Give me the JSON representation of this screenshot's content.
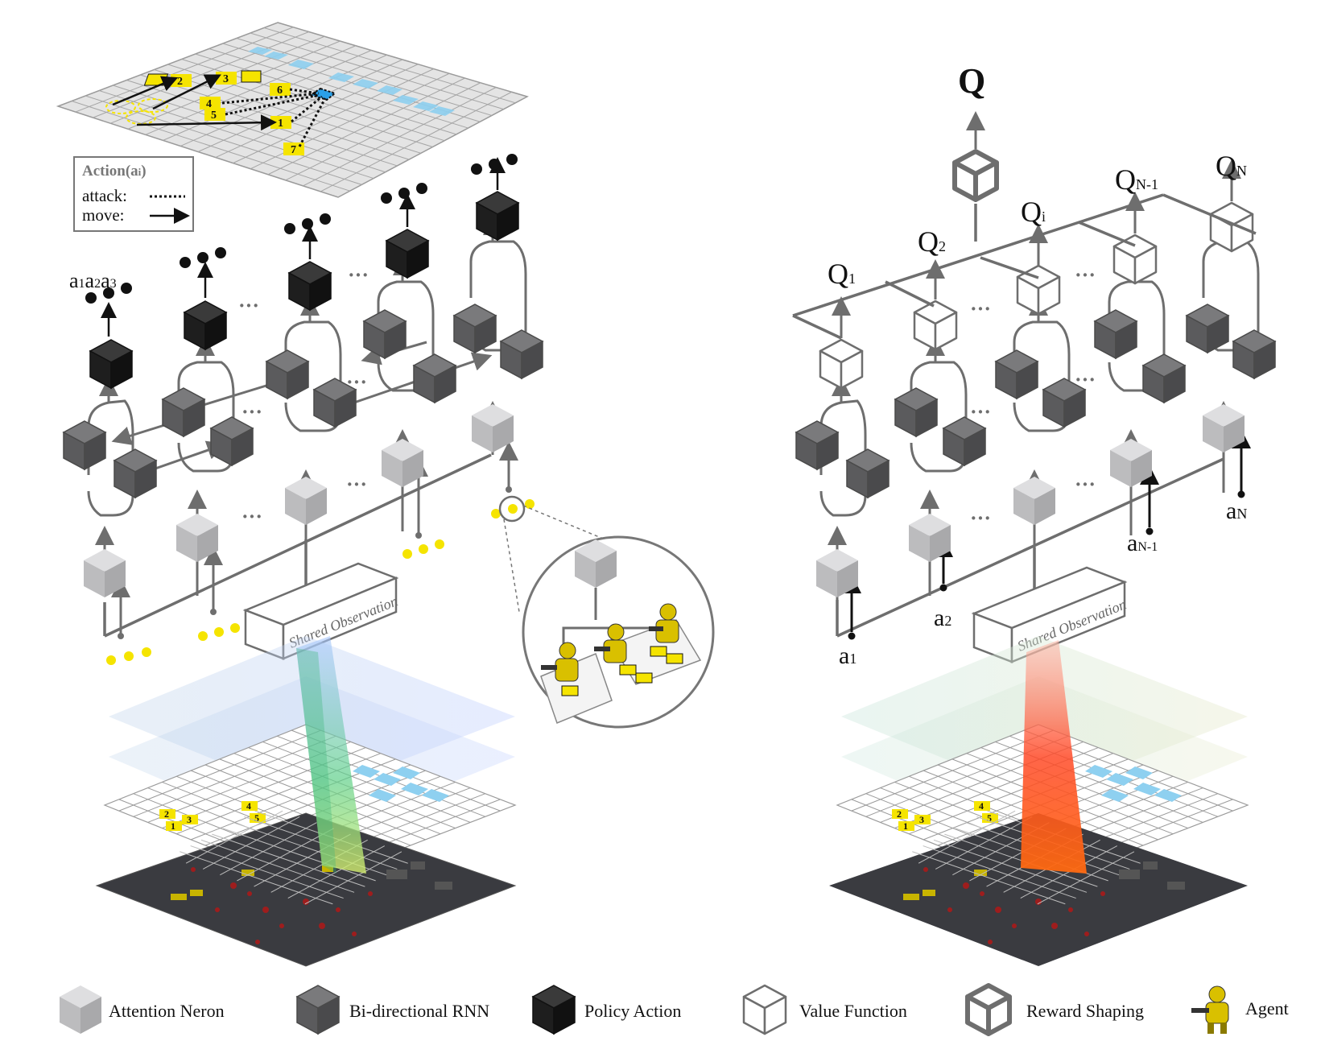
{
  "legend_box": {
    "title": "Action(a",
    "title_sub": "i",
    "title_close": ")",
    "attack": "attack:",
    "move": "move:"
  },
  "shared_observation": [
    "Shared Observation",
    "Shared Observation"
  ],
  "action_labels": {
    "a1": "a",
    "a1_sub": "1",
    "a2": "a",
    "a2_sub": "2",
    "a3": "a",
    "a3_sub": "3"
  },
  "q_labels": {
    "q": "Q",
    "q1": "Q",
    "q1_sub": "1",
    "q2": "Q",
    "q2_sub": "2",
    "qi": "Q",
    "qi_sub": "i",
    "qn1": "Q",
    "qn1_sub": "N-1",
    "qn": "Q",
    "qn_sub": "N"
  },
  "input_actions": {
    "a1": "a",
    "a1_sub": "1",
    "a2": "a",
    "a2_sub": "2",
    "an1": "a",
    "an1_sub": "N-1",
    "an": "a",
    "an_sub": "N"
  },
  "ellipsis": "···",
  "grid_numbers": [
    "1",
    "2",
    "3",
    "4",
    "5",
    "6",
    "7"
  ],
  "legend": [
    {
      "label": "Attention Neron",
      "icon": "attention-neuron-cube"
    },
    {
      "label": "Bi-directional RNN",
      "icon": "rnn-cube"
    },
    {
      "label": "Policy Action",
      "icon": "policy-action-cube"
    },
    {
      "label": "Value Function",
      "icon": "value-function-cube"
    },
    {
      "label": "Reward Shaping",
      "icon": "reward-shaping-cube"
    },
    {
      "label": "Agent",
      "icon": "agent-icon"
    }
  ],
  "colors": {
    "attention": "#c4c4c6",
    "rnn": "#5f5f61",
    "policy": "#1c1c1c",
    "value": "#ffffff",
    "yellow": "#f5e400",
    "blue": "#8ed0f0",
    "beam_green": "#6fd08a",
    "beam_red": "#ff3a1e"
  }
}
